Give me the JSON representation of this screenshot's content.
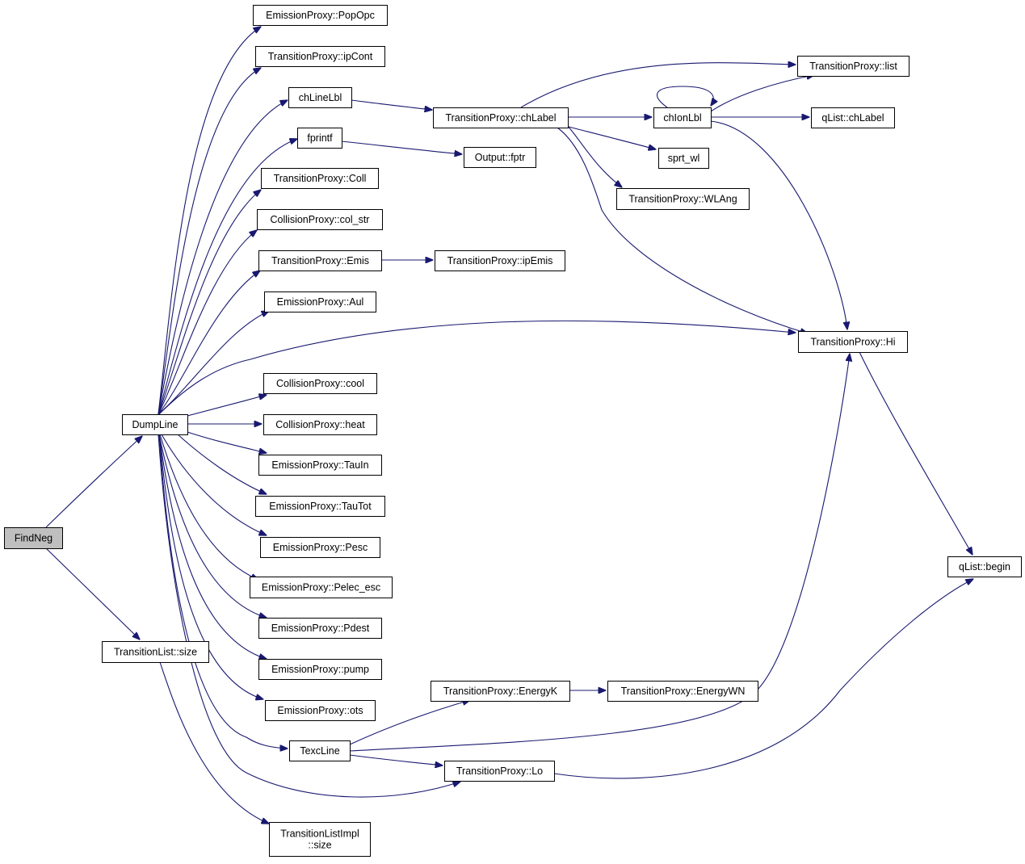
{
  "graph": {
    "type": "call-graph",
    "edge_color": "#191970",
    "root_fill": "#bfbfbf",
    "node_fill": "#ffffff",
    "nodes": [
      {
        "id": "FindNeg",
        "lines": [
          "FindNeg"
        ],
        "root": true
      },
      {
        "id": "DumpLine",
        "lines": [
          "DumpLine"
        ]
      },
      {
        "id": "TransitionList_size",
        "lines": [
          "TransitionList::size"
        ]
      },
      {
        "id": "EmissionProxy_PopOpc",
        "lines": [
          "EmissionProxy::PopOpc"
        ]
      },
      {
        "id": "TransitionProxy_ipCont",
        "lines": [
          "TransitionProxy::ipCont"
        ]
      },
      {
        "id": "chLineLbl",
        "lines": [
          "chLineLbl"
        ]
      },
      {
        "id": "fprintf",
        "lines": [
          "fprintf"
        ]
      },
      {
        "id": "TransitionProxy_Coll",
        "lines": [
          "TransitionProxy::Coll"
        ]
      },
      {
        "id": "CollisionProxy_col_str",
        "lines": [
          "CollisionProxy::col_str"
        ]
      },
      {
        "id": "TransitionProxy_Emis",
        "lines": [
          "TransitionProxy::Emis"
        ]
      },
      {
        "id": "EmissionProxy_Aul",
        "lines": [
          "EmissionProxy::Aul"
        ]
      },
      {
        "id": "CollisionProxy_cool",
        "lines": [
          "CollisionProxy::cool"
        ]
      },
      {
        "id": "CollisionProxy_heat",
        "lines": [
          "CollisionProxy::heat"
        ]
      },
      {
        "id": "EmissionProxy_TauIn",
        "lines": [
          "EmissionProxy::TauIn"
        ]
      },
      {
        "id": "EmissionProxy_TauTot",
        "lines": [
          "EmissionProxy::TauTot"
        ]
      },
      {
        "id": "EmissionProxy_Pesc",
        "lines": [
          "EmissionProxy::Pesc"
        ]
      },
      {
        "id": "EmissionProxy_Pelec_esc",
        "lines": [
          "EmissionProxy::Pelec_esc"
        ]
      },
      {
        "id": "EmissionProxy_Pdest",
        "lines": [
          "EmissionProxy::Pdest"
        ]
      },
      {
        "id": "EmissionProxy_pump",
        "lines": [
          "EmissionProxy::pump"
        ]
      },
      {
        "id": "EmissionProxy_ots",
        "lines": [
          "EmissionProxy::ots"
        ]
      },
      {
        "id": "TexcLine",
        "lines": [
          "TexcLine"
        ]
      },
      {
        "id": "TransitionListImpl_size",
        "lines": [
          "TransitionListImpl",
          "::size"
        ]
      },
      {
        "id": "TransitionProxy_chLabel",
        "lines": [
          "TransitionProxy::chLabel"
        ]
      },
      {
        "id": "Output_fptr",
        "lines": [
          "Output::fptr"
        ]
      },
      {
        "id": "TransitionProxy_ipEmis",
        "lines": [
          "TransitionProxy::ipEmis"
        ]
      },
      {
        "id": "TransitionProxy_EnergyK",
        "lines": [
          "TransitionProxy::EnergyK"
        ]
      },
      {
        "id": "TransitionProxy_Lo",
        "lines": [
          "TransitionProxy::Lo"
        ]
      },
      {
        "id": "chIonLbl",
        "lines": [
          "chIonLbl"
        ]
      },
      {
        "id": "sprt_wl",
        "lines": [
          "sprt_wl"
        ]
      },
      {
        "id": "TransitionProxy_WLAng",
        "lines": [
          "TransitionProxy::WLAng"
        ]
      },
      {
        "id": "TransitionProxy_EnergyWN",
        "lines": [
          "TransitionProxy::EnergyWN"
        ]
      },
      {
        "id": "TransitionProxy_list",
        "lines": [
          "TransitionProxy::list"
        ]
      },
      {
        "id": "qList_chLabel",
        "lines": [
          "qList::chLabel"
        ]
      },
      {
        "id": "TransitionProxy_Hi",
        "lines": [
          "TransitionProxy::Hi"
        ]
      },
      {
        "id": "qList_begin",
        "lines": [
          "qList::begin"
        ]
      }
    ],
    "edges": [
      {
        "from": "FindNeg",
        "to": "DumpLine"
      },
      {
        "from": "FindNeg",
        "to": "TransitionList_size"
      },
      {
        "from": "DumpLine",
        "to": "EmissionProxy_PopOpc"
      },
      {
        "from": "DumpLine",
        "to": "TransitionProxy_ipCont"
      },
      {
        "from": "DumpLine",
        "to": "chLineLbl"
      },
      {
        "from": "DumpLine",
        "to": "fprintf"
      },
      {
        "from": "DumpLine",
        "to": "TransitionProxy_Coll"
      },
      {
        "from": "DumpLine",
        "to": "CollisionProxy_col_str"
      },
      {
        "from": "DumpLine",
        "to": "TransitionProxy_Emis"
      },
      {
        "from": "DumpLine",
        "to": "EmissionProxy_Aul"
      },
      {
        "from": "DumpLine",
        "to": "TransitionProxy_Hi"
      },
      {
        "from": "DumpLine",
        "to": "CollisionProxy_cool"
      },
      {
        "from": "DumpLine",
        "to": "CollisionProxy_heat"
      },
      {
        "from": "DumpLine",
        "to": "EmissionProxy_TauIn"
      },
      {
        "from": "DumpLine",
        "to": "EmissionProxy_TauTot"
      },
      {
        "from": "DumpLine",
        "to": "EmissionProxy_Pesc"
      },
      {
        "from": "DumpLine",
        "to": "EmissionProxy_Pelec_esc"
      },
      {
        "from": "DumpLine",
        "to": "EmissionProxy_Pdest"
      },
      {
        "from": "DumpLine",
        "to": "EmissionProxy_pump"
      },
      {
        "from": "DumpLine",
        "to": "EmissionProxy_ots"
      },
      {
        "from": "DumpLine",
        "to": "TexcLine"
      },
      {
        "from": "DumpLine",
        "to": "TransitionProxy_Lo"
      },
      {
        "from": "TransitionList_size",
        "to": "TransitionListImpl_size"
      },
      {
        "from": "chLineLbl",
        "to": "TransitionProxy_chLabel"
      },
      {
        "from": "fprintf",
        "to": "Output_fptr"
      },
      {
        "from": "TransitionProxy_Emis",
        "to": "TransitionProxy_ipEmis"
      },
      {
        "from": "TexcLine",
        "to": "TransitionProxy_EnergyK"
      },
      {
        "from": "TexcLine",
        "to": "TransitionProxy_Hi"
      },
      {
        "from": "TexcLine",
        "to": "TransitionProxy_Lo"
      },
      {
        "from": "TransitionProxy_chLabel",
        "to": "TransitionProxy_list"
      },
      {
        "from": "TransitionProxy_chLabel",
        "to": "chIonLbl"
      },
      {
        "from": "TransitionProxy_chLabel",
        "to": "sprt_wl"
      },
      {
        "from": "TransitionProxy_chLabel",
        "to": "TransitionProxy_WLAng"
      },
      {
        "from": "TransitionProxy_chLabel",
        "to": "TransitionProxy_Hi"
      },
      {
        "from": "TransitionProxy_EnergyK",
        "to": "TransitionProxy_EnergyWN"
      },
      {
        "from": "TransitionProxy_Lo",
        "to": "qList_begin"
      },
      {
        "from": "chIonLbl",
        "to": "chIonLbl"
      },
      {
        "from": "chIonLbl",
        "to": "TransitionProxy_list"
      },
      {
        "from": "chIonLbl",
        "to": "qList_chLabel"
      },
      {
        "from": "chIonLbl",
        "to": "TransitionProxy_Hi"
      },
      {
        "from": "TransitionProxy_Hi",
        "to": "qList_begin"
      }
    ]
  }
}
